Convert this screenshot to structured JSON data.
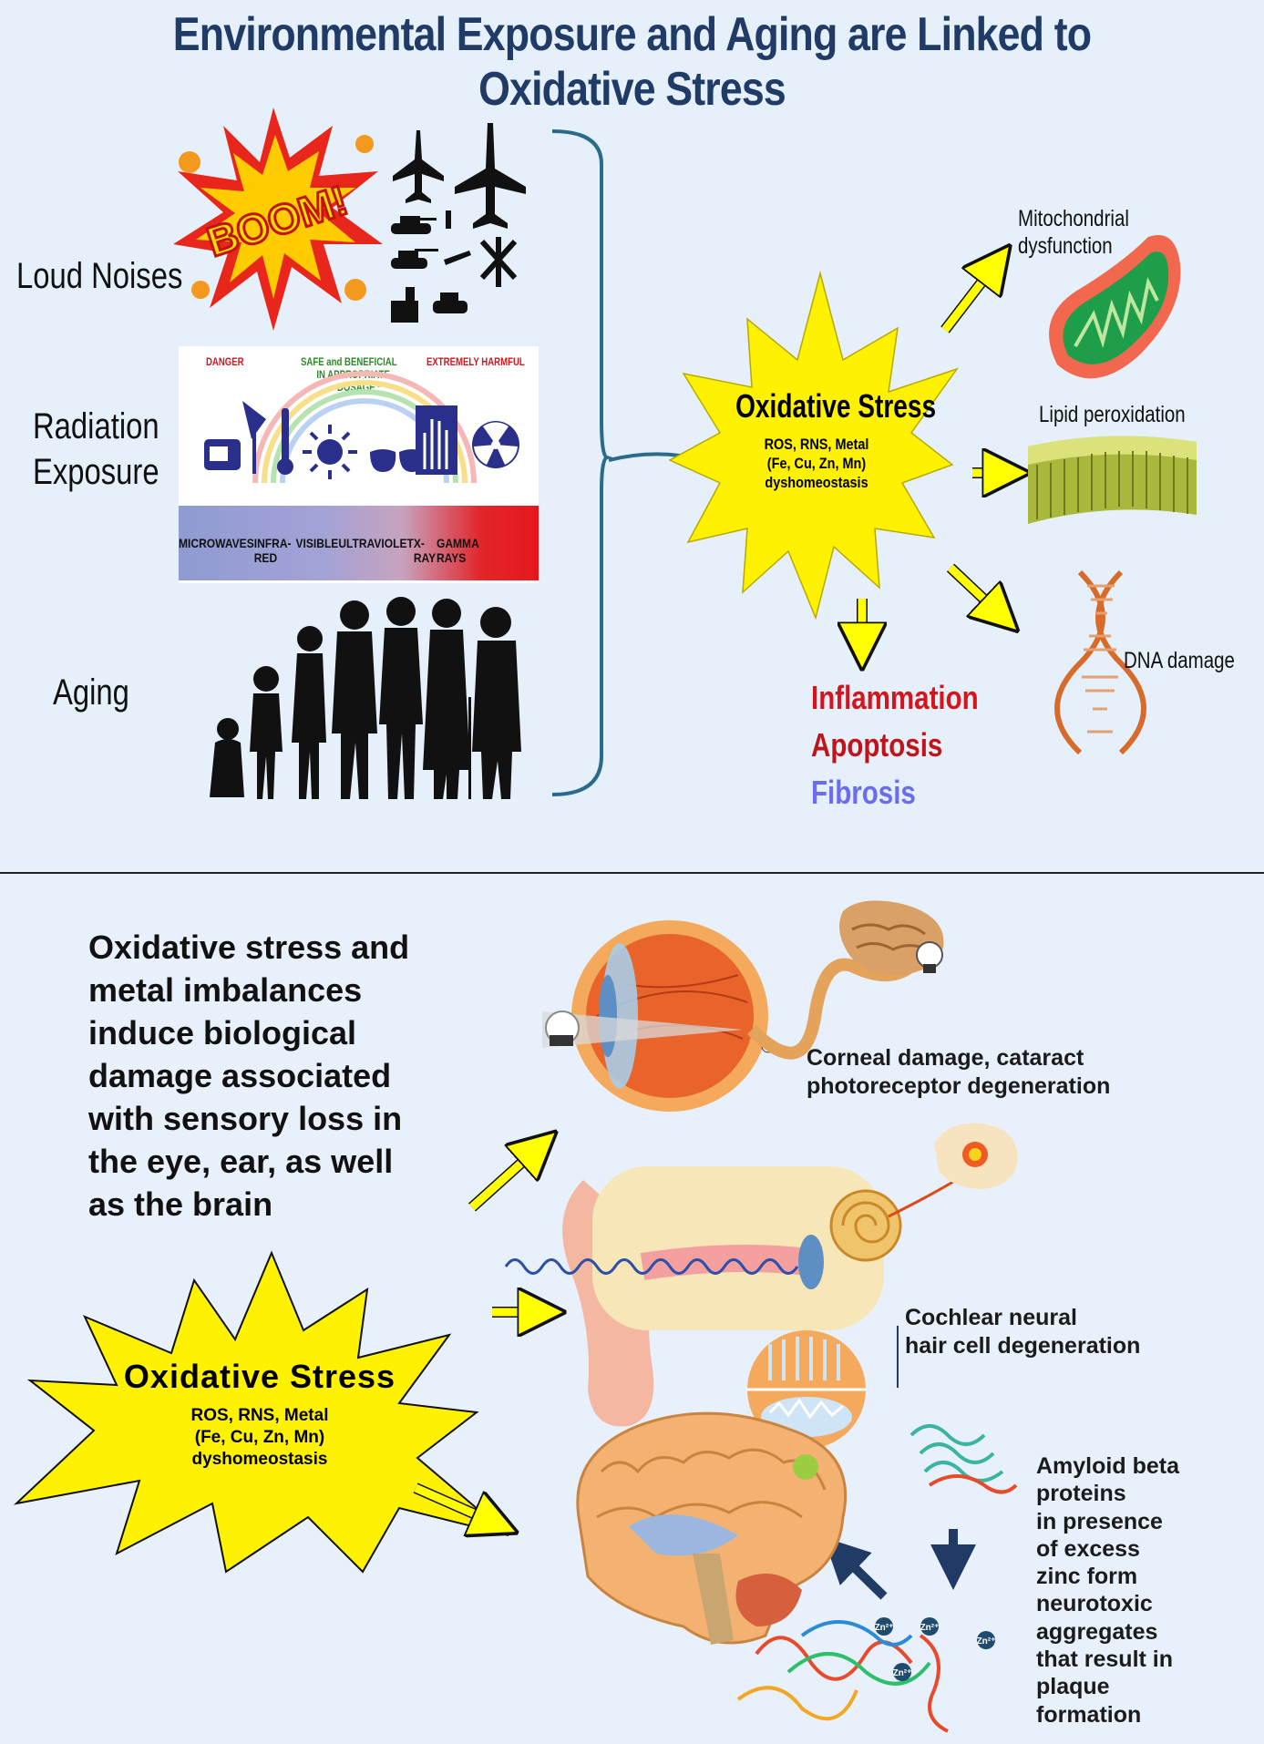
{
  "title": "Environmental Exposure and Aging are Linked to Oxidative Stress",
  "exposures": {
    "loud_noises": "Loud Noises",
    "radiation": [
      "Radiation",
      "Exposure"
    ],
    "aging": "Aging"
  },
  "spectrum": {
    "top_labels": {
      "danger": "DANGER",
      "safe": [
        "SAFE and BENEFICIAL",
        "IN APPROPRIATE",
        "DOSAGE *"
      ],
      "harmful": "EXTREMELY HARMFUL"
    },
    "bands": [
      "MICROWAVES",
      "INFRA-RED",
      "VISIBLE",
      "ULTRAVIOLET",
      "X-RAY",
      "GAMMA RAYS"
    ]
  },
  "boom_text": "BOOM!",
  "oxidative_stress_top": {
    "title": "Oxidative Stress",
    "details": [
      "ROS, RNS, Metal",
      "(Fe, Cu, Zn, Mn)",
      "dyshomeostasis"
    ]
  },
  "outcomes": {
    "mitochondrial": [
      "Mitochondrial",
      "dysfunction"
    ],
    "lipid": "Lipid peroxidation",
    "dna": "DNA damage",
    "inflammation": "Inflammation",
    "apoptosis": "Apoptosis",
    "fibrosis": "Fibrosis"
  },
  "paragraph": [
    "Oxidative stress and",
    "metal imbalances",
    "induce biological",
    "damage associated",
    "with sensory loss in",
    "the eye, ear, as well",
    "as the brain"
  ],
  "oxidative_stress_bottom": {
    "title": "Oxidative Stress",
    "details": [
      "ROS, RNS, Metal",
      "(Fe, Cu, Zn, Mn)",
      "dyshomeostasis"
    ]
  },
  "eye_caption": [
    "Corneal damage, cataract",
    "photoreceptor degeneration"
  ],
  "ear_caption": [
    "Cochlear neural",
    "hair cell degeneration"
  ],
  "brain_caption": [
    "Amyloid beta",
    "proteins",
    "in presence",
    "of excess",
    "zinc form",
    "neurotoxic",
    "aggregates",
    "that result in",
    "plaque",
    "formation"
  ],
  "zinc_label": "Zn²⁺",
  "colors": {
    "title": "#1f3b66",
    "inflammation": "#d4151c",
    "apoptosis": "#c0141b",
    "fibrosis": "#6b6cf0",
    "starburst": "#fff200",
    "arrow": "#ffff00"
  }
}
